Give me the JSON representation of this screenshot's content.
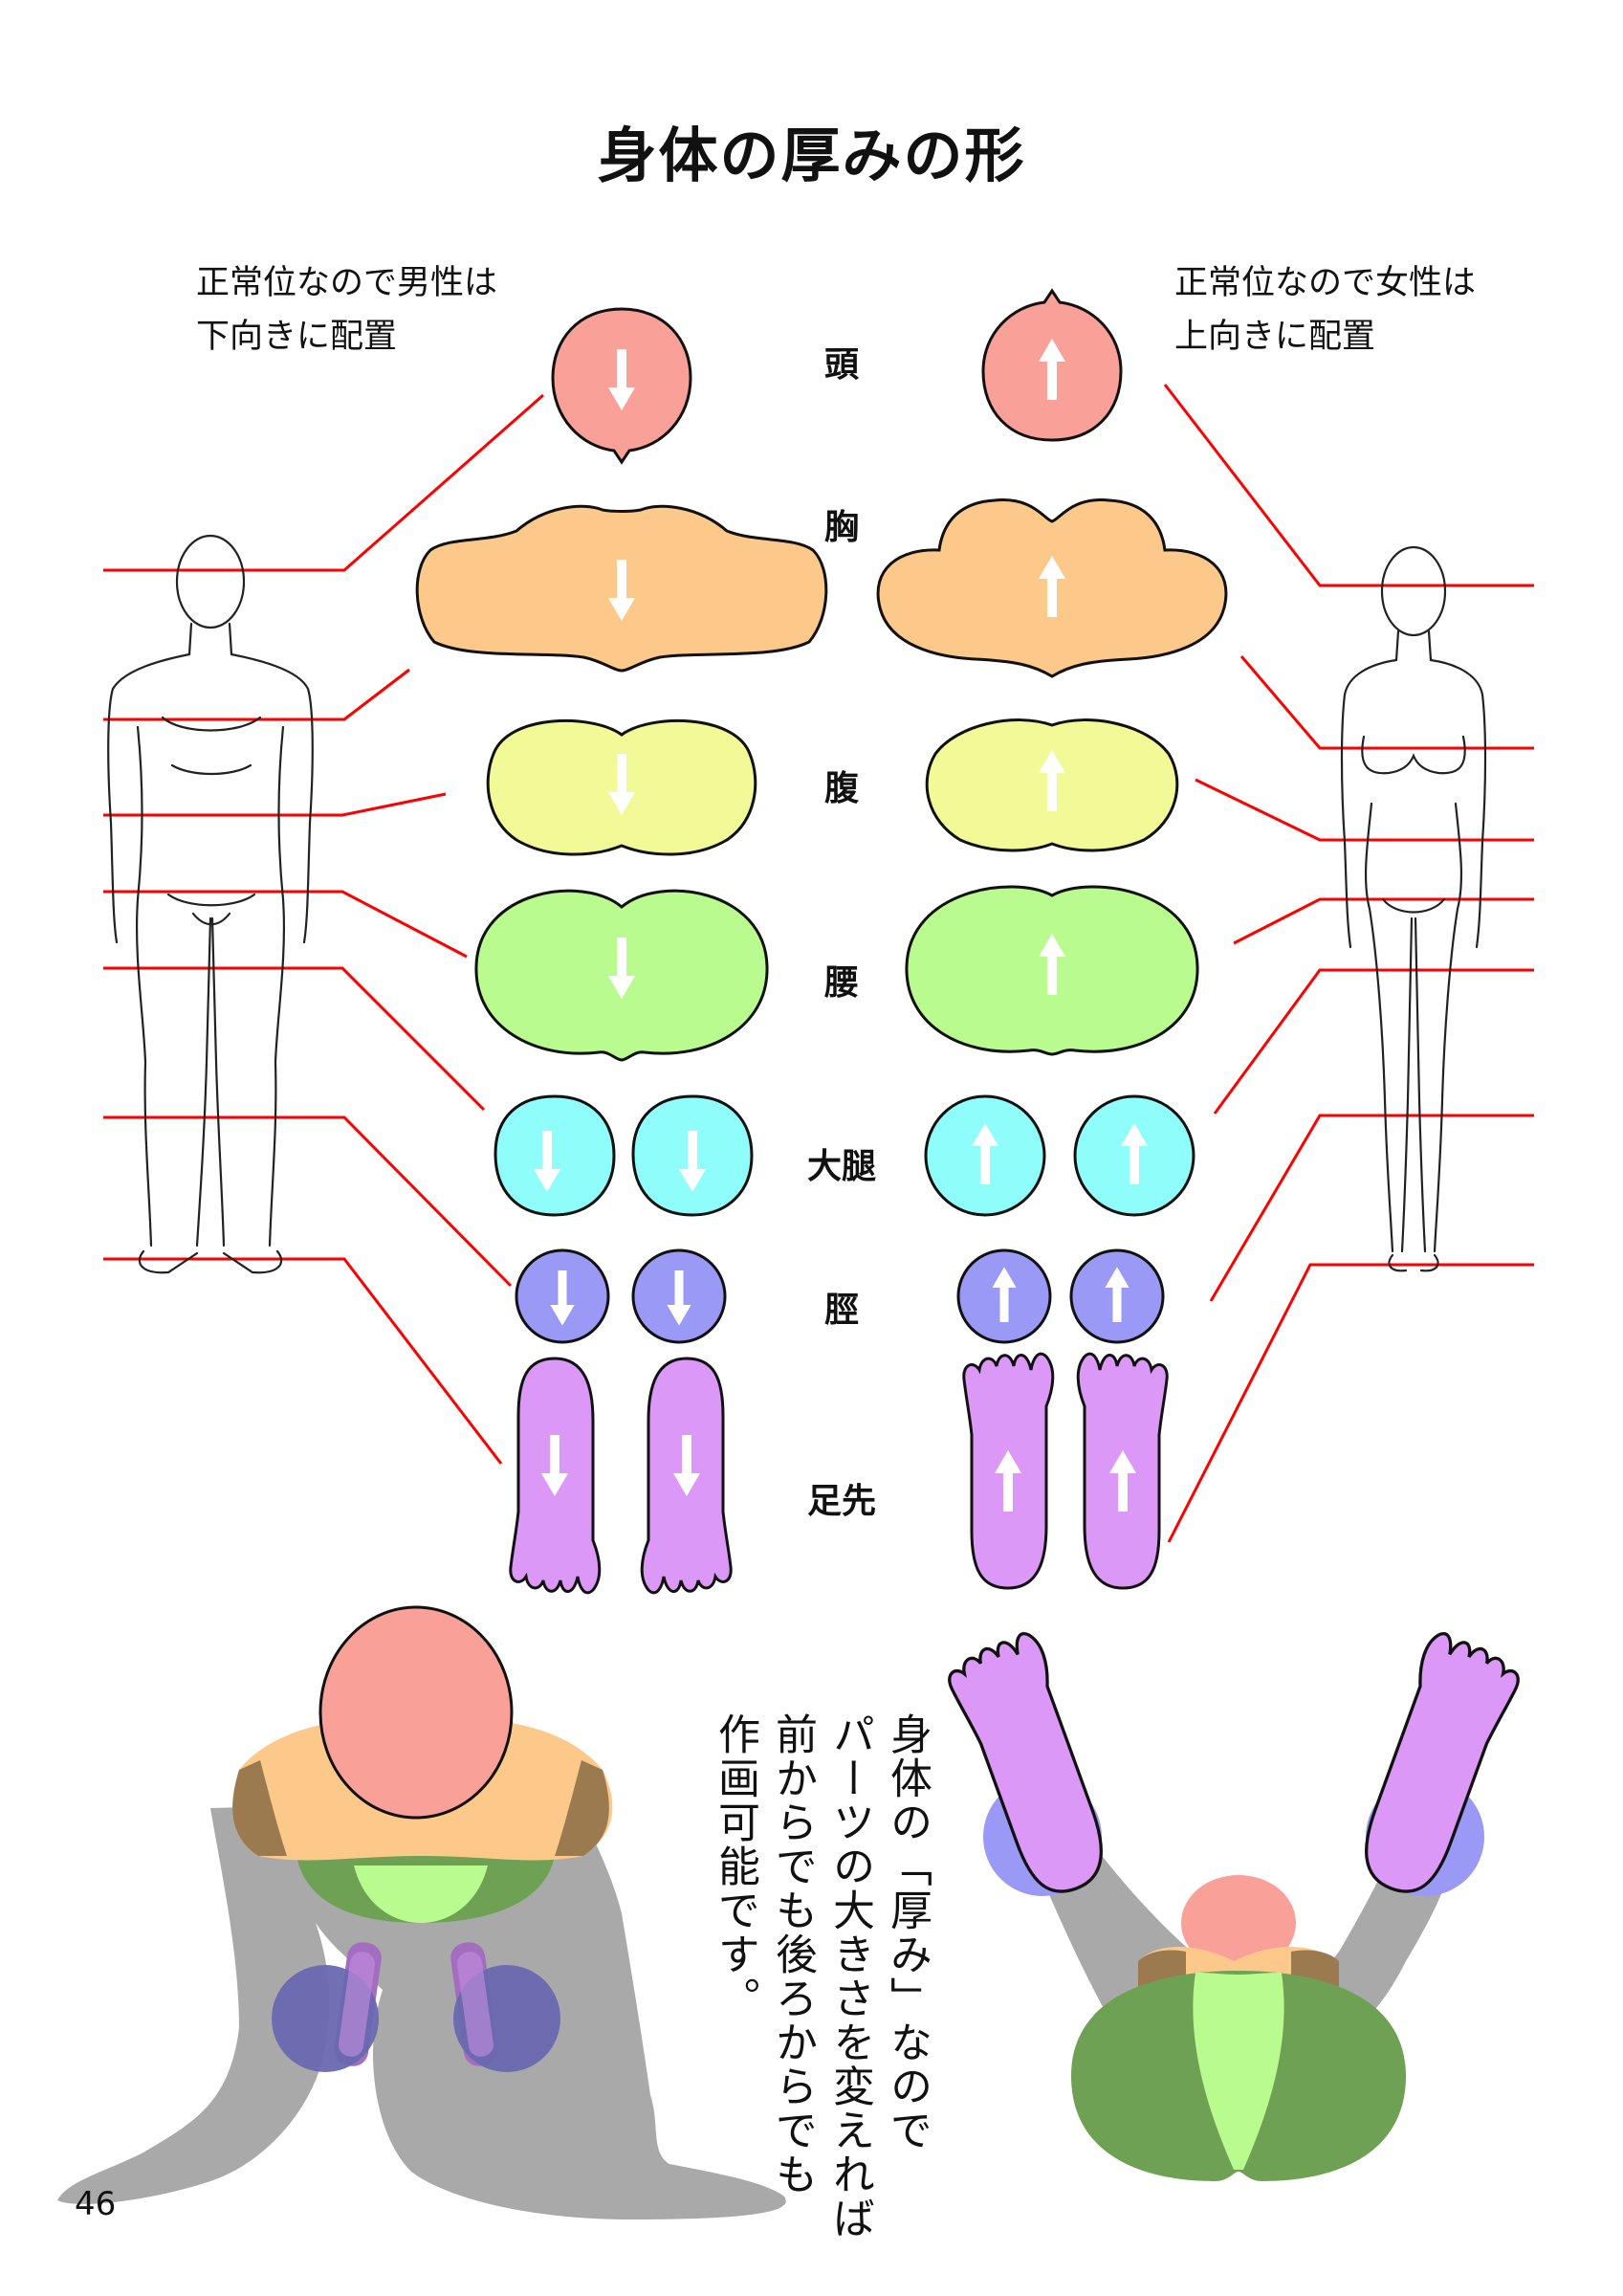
{
  "title": "身体の厚みの形",
  "male_note": [
    "正常位なので男性は",
    "下向きに配置"
  ],
  "female_note": [
    "正常位なので女性は",
    "上向きに配置"
  ],
  "parts": [
    "頭",
    "胸",
    "腹",
    "腰",
    "大腿",
    "脛",
    "足先"
  ],
  "caption_columns": [
    "身体の「厚み」なので",
    "パーツの大きさを変えれば",
    "前からでも後ろからでも",
    "作画可能です。"
  ],
  "page_number": "46",
  "colors": {
    "head": "#f9a099",
    "chest": "#fcc98b",
    "belly": "#f2fa98",
    "waist": "#b9fb8f",
    "thigh": "#8ffdfa",
    "shin": "#9b99f6",
    "foot": "#dc98f7",
    "guide_line": "#ff0000",
    "silhouette": "#a9a9a9"
  },
  "icons": [
    "down-arrow-icon",
    "up-arrow-icon"
  ]
}
